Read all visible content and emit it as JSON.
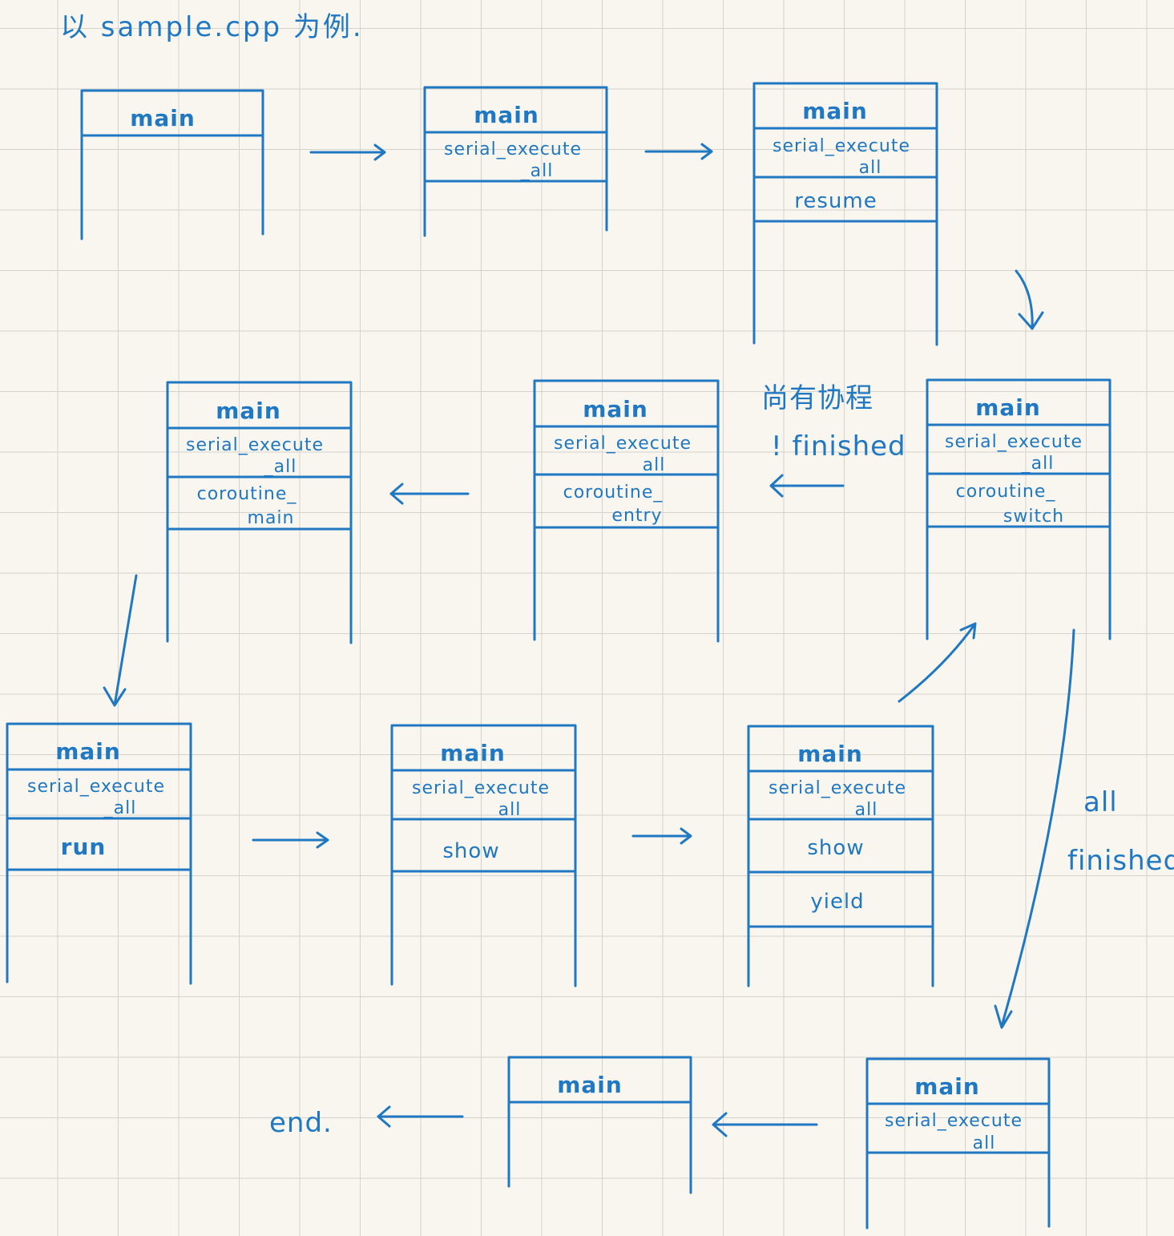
{
  "title": "以 sample.cpp 为例.",
  "frames": {
    "main": "main",
    "serial_1": "serial_execute",
    "serial_2": "_all",
    "resume": "resume",
    "coroutine_switch_1": "coroutine_",
    "coroutine_switch_2": "switch",
    "coroutine_entry_1": "coroutine_",
    "coroutine_entry_2": "entry",
    "coroutine_main_1": "coroutine_",
    "coroutine_main_2": "main",
    "run": "run",
    "show": "show",
    "yield": "yield"
  },
  "annotations": {
    "unfinished_cn": "尚有协程",
    "unfinished_en": "! finished",
    "all": "all",
    "finished": "finished",
    "end": "end."
  },
  "colors": {
    "ink": "#1f78c1",
    "paper": "#f8f6ef",
    "grid": "#d4d2cc"
  }
}
